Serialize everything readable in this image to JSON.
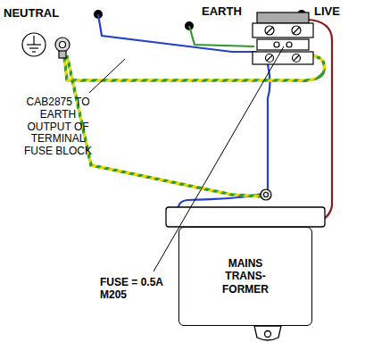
{
  "diagram": {
    "nodes": [
      {
        "text": [
          "MAINS TRANS- FORMER"
        ]
      }
    ],
    "labels": [
      "NEUTRAL",
      "EARTH",
      "LIVE",
      "CAB2875 TO EARTH OUTPUT OF TERMINAL FUSE BLOCK",
      "FUSE = 0.5A M205"
    ]
  }
}
